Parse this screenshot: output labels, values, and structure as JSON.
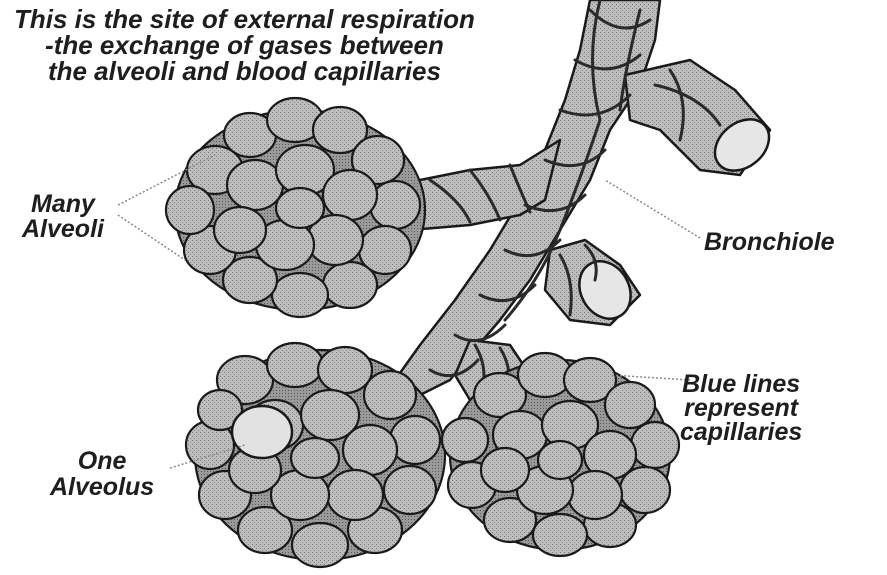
{
  "title": {
    "lines": [
      "This is the site of external respiration",
      "-the exchange of gases between",
      "the alveoli and blood capillaries"
    ]
  },
  "labels": {
    "many_alveoli": [
      "Many",
      "Alveoli"
    ],
    "bronchiole": "Bronchiole",
    "blue_lines": [
      "Blue lines",
      "represent",
      "capillaries"
    ],
    "one_alveolus": [
      "One",
      "Alveolus"
    ]
  },
  "colors": {
    "outline": "#1a1a1a",
    "alveolus_fill": "#b9b9b9",
    "alveolus_shade": "#8d8d8d",
    "bronchiole_fill": "#c8c8c8",
    "capillary": "#3a3a3a",
    "leader_line": "#8a8a8a"
  }
}
